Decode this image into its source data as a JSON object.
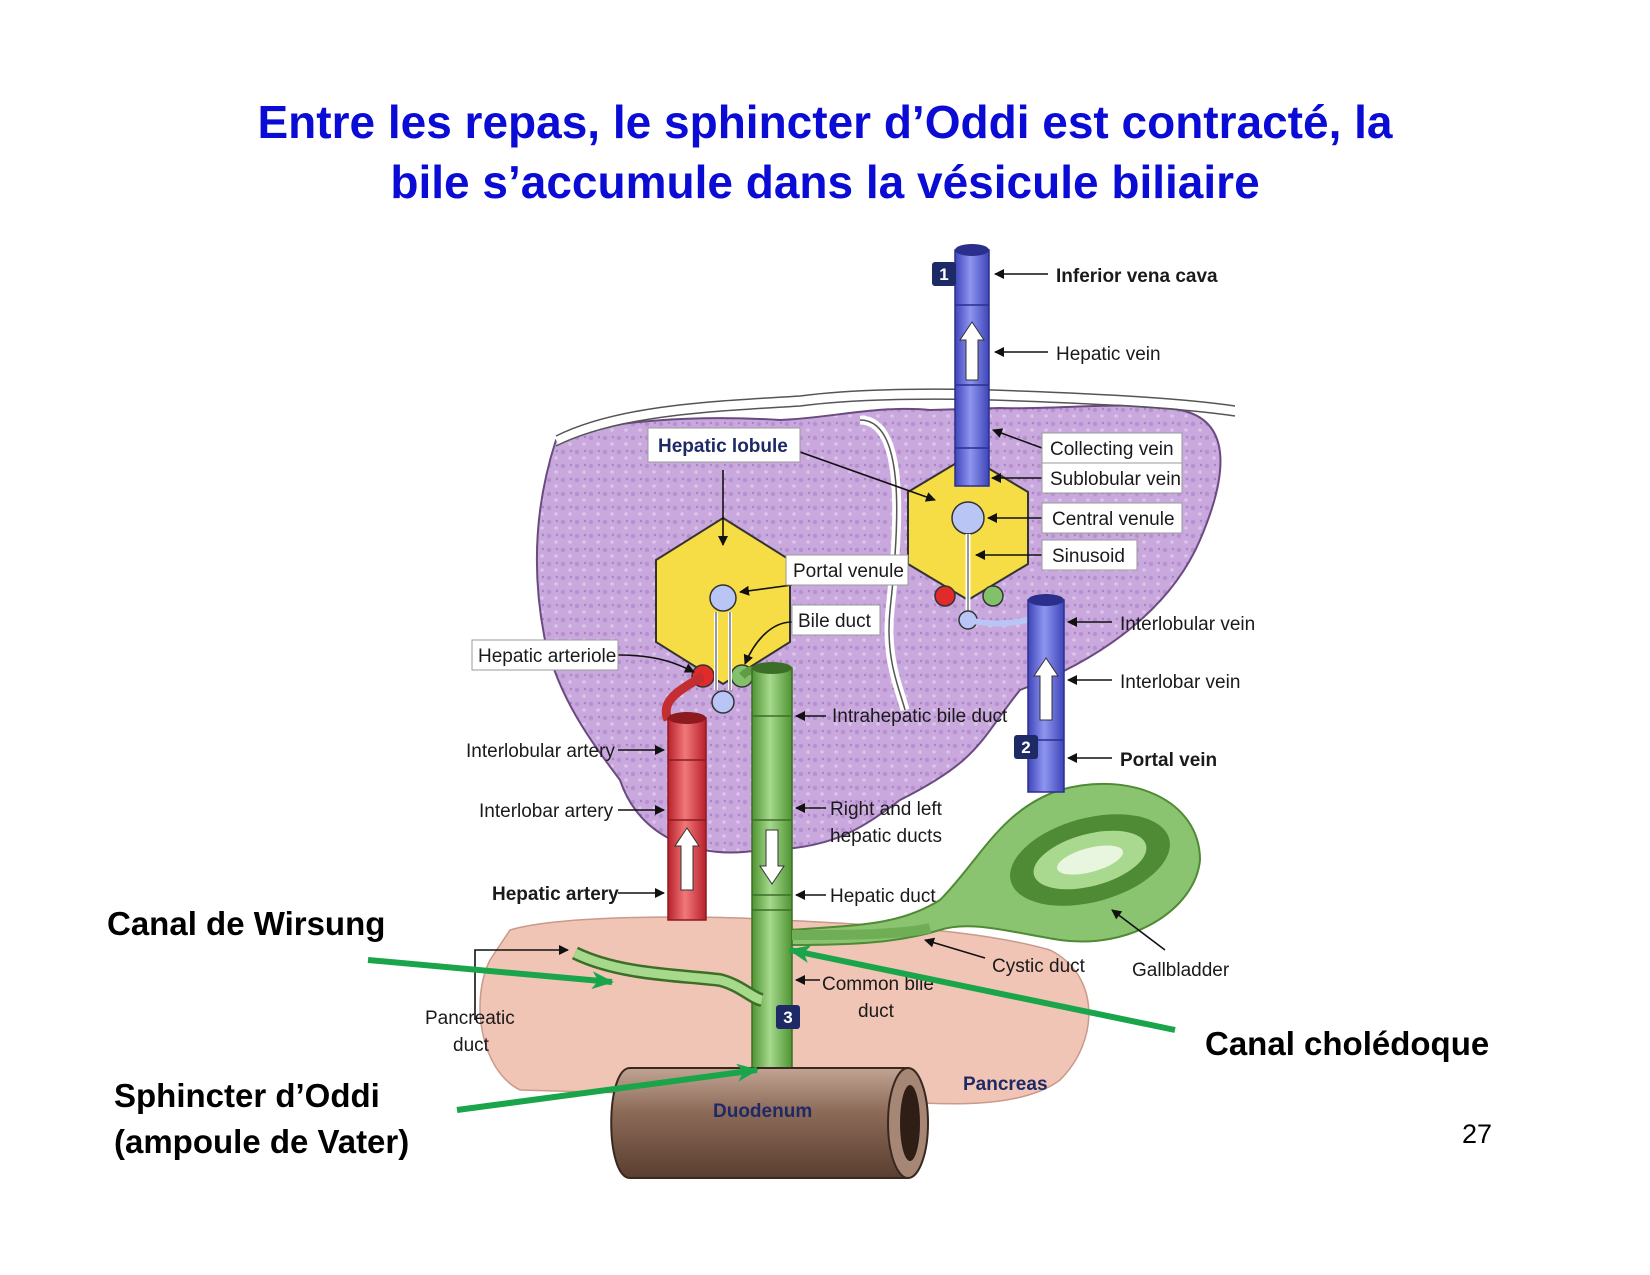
{
  "title": {
    "line1": "Entre les repas, le sphincter d’Oddi est contracté, la",
    "line2": "bile s’accumule dans la vésicule biliaire"
  },
  "page_number": "27",
  "diagram": {
    "labels": {
      "inferior_vena_cava": "Inferior vena cava",
      "hepatic_vein": "Hepatic vein",
      "collecting_vein": "Collecting vein",
      "sublobular_vein": "Sublobular vein",
      "central_venule": "Central venule",
      "sinusoid": "Sinusoid",
      "hepatic_lobule": "Hepatic lobule",
      "portal_venule": "Portal venule",
      "bile_duct": "Bile duct",
      "hepatic_arteriole": "Hepatic arteriole",
      "interlobular_vein": "Interlobular vein",
      "interlobar_vein": "Interlobar vein",
      "portal_vein": "Portal vein",
      "intrahepatic_bile_duct": "Intrahepatic bile duct",
      "interlobular_artery": "Interlobular artery",
      "interlobar_artery": "Interlobar artery",
      "hepatic_artery": "Hepatic artery",
      "right_left_hepatic_ducts_1": "Right and left",
      "right_left_hepatic_ducts_2": "hepatic ducts",
      "hepatic_duct": "Hepatic duct",
      "cystic_duct": "Cystic duct",
      "gallbladder": "Gallbladder",
      "common_bile_duct_1": "Common bile",
      "common_bile_duct_2": "duct",
      "pancreatic_duct_1": "Pancreatic",
      "pancreatic_duct_2": "duct",
      "pancreas": "Pancreas",
      "duodenum": "Duodenum"
    },
    "badges": {
      "b1": "1",
      "b2": "2",
      "b3": "3"
    },
    "annotations": {
      "canal_wirsung": "Canal de Wirsung",
      "canal_choledoque": "Canal cholédoque",
      "sphincter_line1": "Sphincter d’Oddi",
      "sphincter_line2": "(ampoule de Vater)"
    },
    "colors": {
      "title": "#0b0bd6",
      "liver": "#c8a8dc",
      "lobule": "#f5dd4a",
      "vein": "#6f77e0",
      "artery": "#e0464b",
      "bile": "#86c06a",
      "pancreas": "#f0c4b6",
      "duodenum": "#7a5a48",
      "annotation_arrow": "#1aa54a"
    }
  }
}
